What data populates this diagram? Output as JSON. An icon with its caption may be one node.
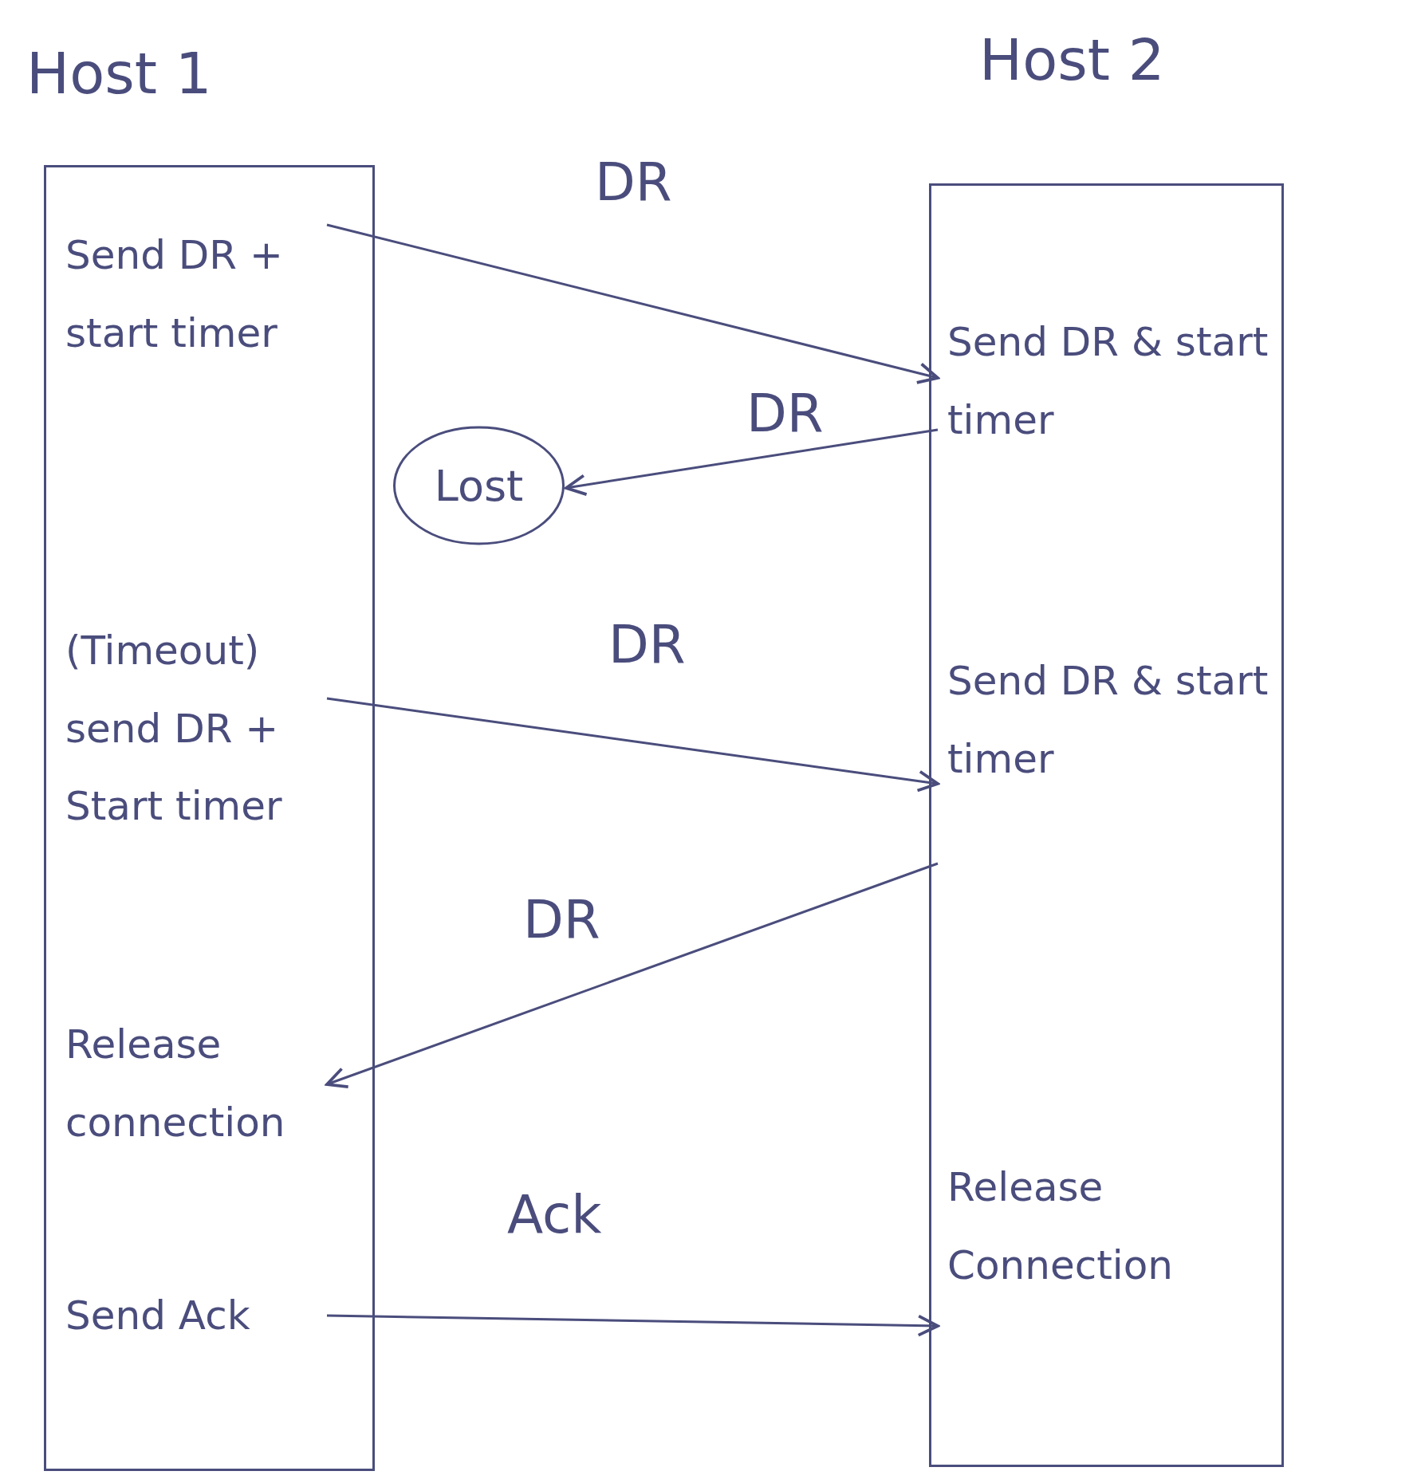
{
  "diagram": {
    "nodes": [
      {
        "text": [
          "Host 1"
        ]
      },
      {
        "text": [
          "Send DR + start timer"
        ],
        "in": 0
      },
      {
        "text": [
          "(Timeout)",
          "send DR + Start timer"
        ],
        "in": 0
      },
      {
        "text": [
          "Release connection"
        ],
        "in": 0
      },
      {
        "text": [
          "Send Ack"
        ],
        "in": 0
      },
      {
        "text": [
          "Host 2"
        ]
      },
      {
        "text": [
          "Send DR & start timer"
        ],
        "in": 5
      },
      {
        "text": [
          "Send DR & start timer"
        ],
        "in": 5
      },
      {
        "text": [
          "Release Connection"
        ],
        "in": 5
      },
      {
        "text": [
          "Lost"
        ]
      }
    ],
    "edges": [
      {
        "from": 1,
        "to": 6,
        "arrow": "to",
        "label": "DR"
      },
      {
        "from": 6,
        "to": 9,
        "arrow": "to",
        "label": "DR"
      },
      {
        "from": 2,
        "to": 7,
        "arrow": "to",
        "label": "DR"
      },
      {
        "from": 7,
        "to": 3,
        "arrow": "to",
        "label": "DR"
      },
      {
        "from": 4,
        "to": 8,
        "arrow": "to",
        "label": "Ack"
      }
    ]
  }
}
